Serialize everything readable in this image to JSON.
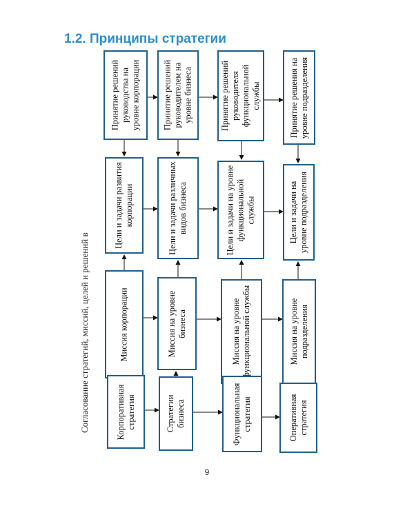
{
  "heading": "1.2. Принципы стратегии",
  "caption": "Согласование стратегий, миссий, целей и решений в",
  "page_number": "9",
  "columns": [
    {
      "decision": "Принятие решений руководства на уровне корпорации",
      "goals": "Цели и задачи развития корпорации",
      "mission": "Миссия корпорации",
      "strategy": "Корпоративная стратегия"
    },
    {
      "decision": "Принятие решений руководителем на уровне бизнеса",
      "goals": "Цели и задачи различных видов бизнеса",
      "mission": "Миссия на уровне бизнеса",
      "strategy": "Стратегии бизнеса"
    },
    {
      "decision": "Принятие решений руководителя функциональной службы",
      "goals": "Цели и задачи на уровне функциональной службы",
      "mission": "Миссия на уровне функциональной службы",
      "strategy": "Функциональная стратегия"
    },
    {
      "decision": "Принятие решения на уровне подразделения",
      "goals": "Цели и задачи на уровне подразделения",
      "mission": "Миссия на уровне подразделения",
      "strategy": "Оперативная стратегия"
    }
  ]
}
